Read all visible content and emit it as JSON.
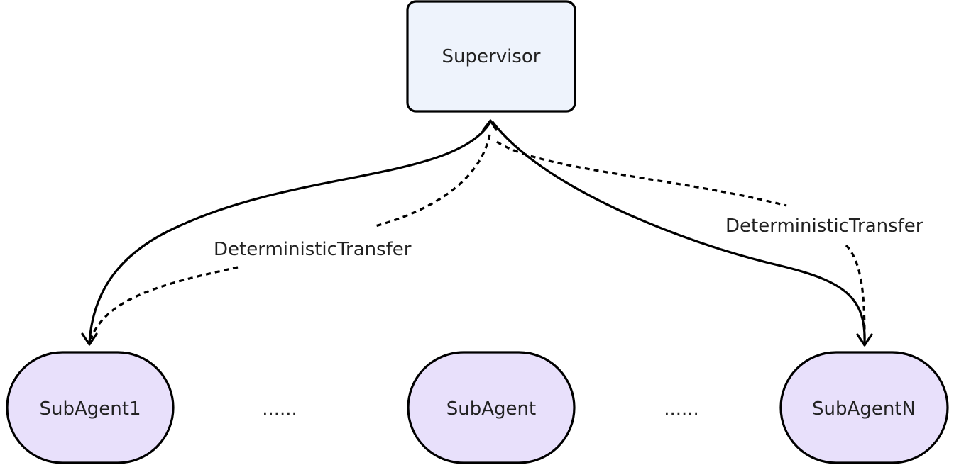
{
  "nodes": {
    "supervisor": {
      "label": "Supervisor",
      "fill": "#eef3fc",
      "shape": "rounded-rectangle"
    },
    "subagent1": {
      "label": "SubAgent1",
      "fill": "#e8e0fb",
      "shape": "stadium"
    },
    "subagent": {
      "label": "SubAgent",
      "fill": "#e8e0fb",
      "shape": "stadium"
    },
    "subagentN": {
      "label": "SubAgentN",
      "fill": "#e8e0fb",
      "shape": "stadium"
    }
  },
  "ellipses": {
    "left": "......",
    "right": "......"
  },
  "edges": {
    "left_label": "DeterministicTransfer",
    "right_label": "DeterministicTransfer",
    "solid_style": "solid, bidirectional arrow",
    "dashed_style": "dashed"
  },
  "colors": {
    "stroke": "#000000",
    "text": "#222222"
  }
}
